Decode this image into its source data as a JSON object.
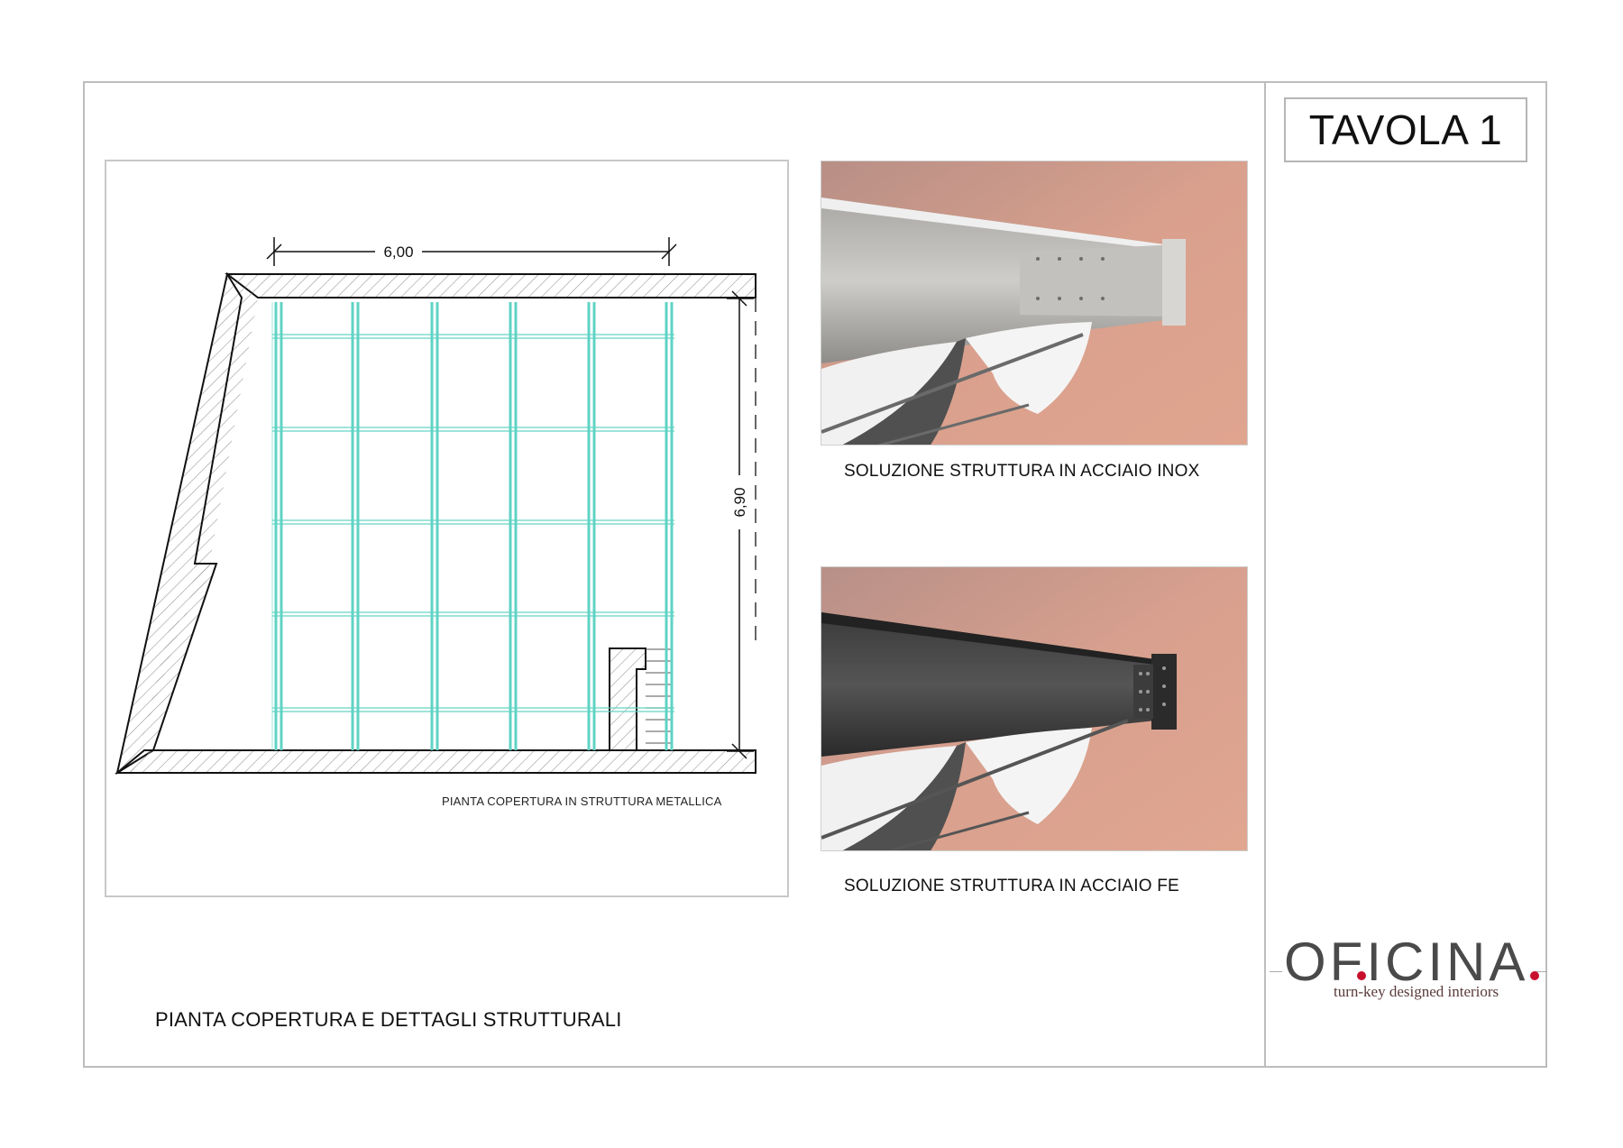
{
  "header": {
    "sheet_label": "TAVOLA 1"
  },
  "plan": {
    "dimension_width": "6,00",
    "dimension_height": "6,90",
    "caption": "PIANTA COPERTURA IN STRUTTURA METALLICA"
  },
  "renders": [
    {
      "caption": "SOLUZIONE STRUTTURA IN ACCIAIO INOX"
    },
    {
      "caption": "SOLUZIONE STRUTTURA IN ACCIAIO FE"
    }
  ],
  "footer": {
    "title": "PIANTA COPERTURA E DETTAGLI STRUTTURALI"
  },
  "logo": {
    "wordmark": "OFICINA",
    "tagline": "turn-key designed interiors",
    "dot_color": "#c8102e"
  },
  "colors": {
    "glass_beam": "#5fd3c4",
    "wall_hatch": "#999999",
    "render_wall": "#d99a86"
  }
}
